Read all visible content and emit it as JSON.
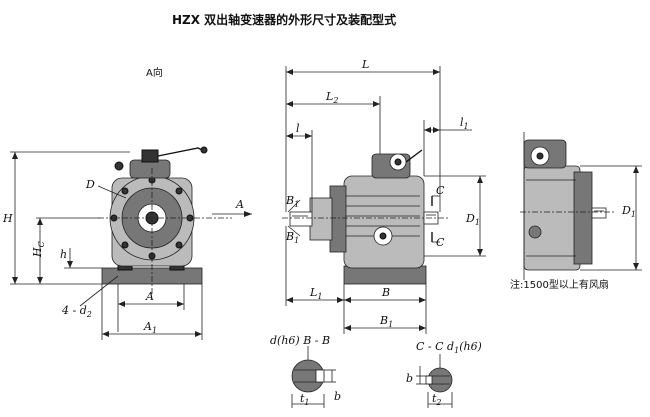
{
  "title": "HZX 双出轴变速器的外形尺寸及装配型式",
  "view_label": "A向",
  "note": "注:1500型以上有风扇",
  "dims": {
    "H": "H",
    "Hc": "H",
    "Hc_sub": "C",
    "h": "h",
    "four_d2": "4 - d",
    "four_d2_sub": "2",
    "A_arrow": "A",
    "A": "A",
    "A1": "A",
    "A1_sub": "1",
    "D": "D",
    "L": "L",
    "L2": "L",
    "L2_sub": "2",
    "L1": "L",
    "L1_sub": "1",
    "l": "l",
    "l1": "l",
    "l1_sub": "1",
    "B1_top": "B",
    "B1_top_sub": "1",
    "B": "B",
    "B1": "B",
    "B1_sub": "1",
    "C_top": "C",
    "C_bottom": "C",
    "D1": "D",
    "D1_sub": "1",
    "D1_right": "D",
    "D1_right_sub": "1"
  },
  "sections": {
    "left": {
      "title": "d(h6)  B - B",
      "b": "b",
      "t1": "t",
      "t1_sub": "1"
    },
    "right": {
      "title": "C - C  d",
      "title_sub": "1",
      "title_suffix": "(h6)",
      "b": "b",
      "t2": "t",
      "t2_sub": "2"
    }
  }
}
